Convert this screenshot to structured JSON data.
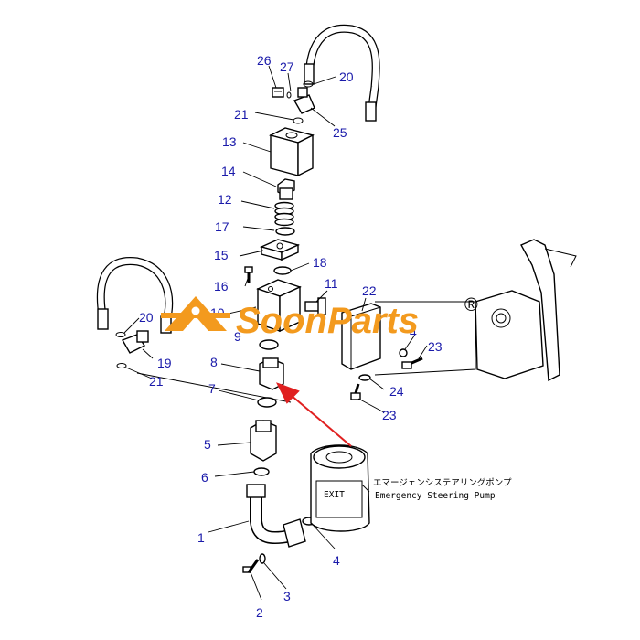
{
  "labels": [
    "1",
    "2",
    "3",
    "4",
    "5",
    "6",
    "7",
    "8",
    "9",
    "10",
    "11",
    "12",
    "13",
    "14",
    "15",
    "16",
    "17",
    "18",
    "19",
    "20",
    "21",
    "22",
    "23",
    "24",
    "25",
    "26",
    "27"
  ],
  "pump_note": {
    "jp": "エマージェンシステアリングポンプ",
    "en": "Emergency Steering Pump"
  },
  "pump_plate": "EXIT",
  "watermark": {
    "brand": "SoonParts",
    "registered": "®",
    "color": "#f39a1e"
  },
  "arrow_color": "#e02020",
  "label_color": "#1a1aaa"
}
